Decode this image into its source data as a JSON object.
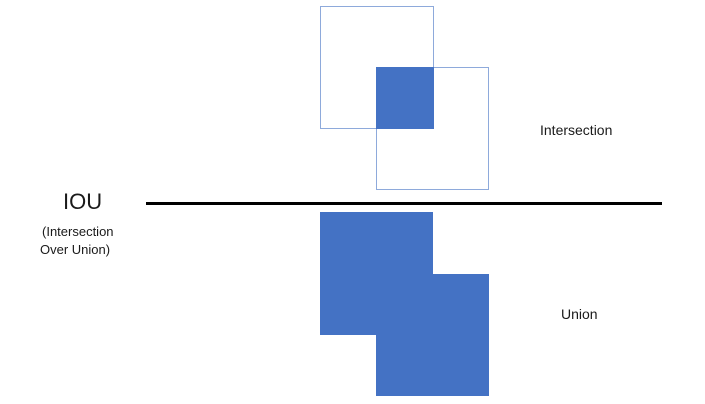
{
  "title": {
    "main": "IOU",
    "sub_line1": "(Intersection",
    "sub_line2": "Over Union)"
  },
  "labels": {
    "intersection": "Intersection",
    "union": "Union"
  },
  "colors": {
    "fill": "#4472c4",
    "outline": "#8eaadb",
    "divider": "#000000"
  }
}
